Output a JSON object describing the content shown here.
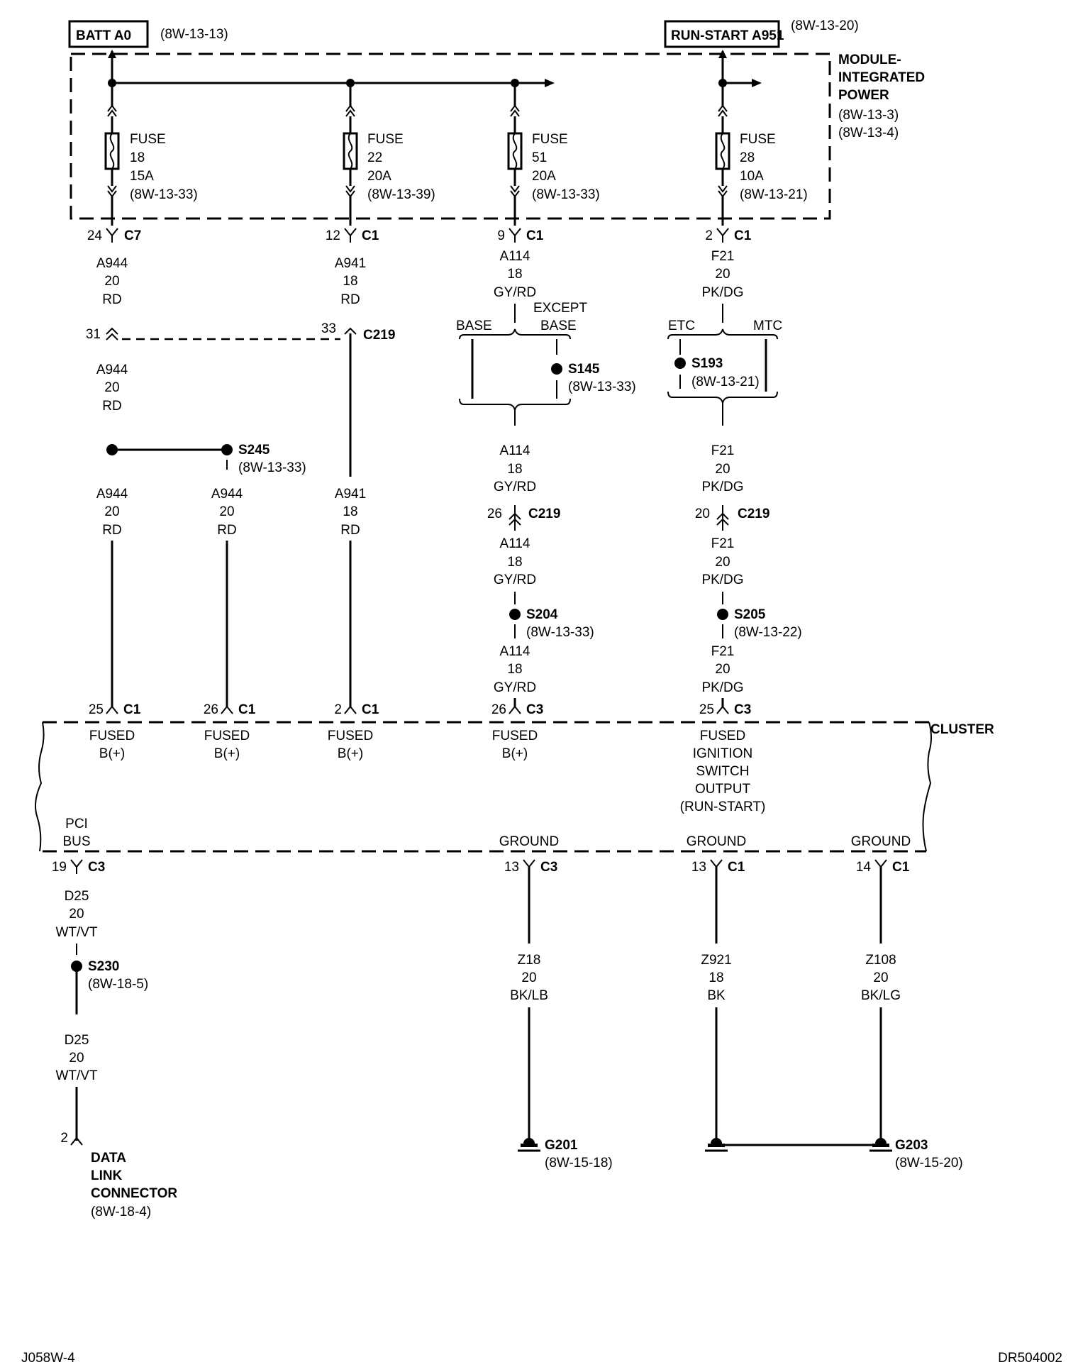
{
  "sources": {
    "batt": {
      "label": "BATT A0",
      "ref": "(8W-13-13)"
    },
    "runstart": {
      "label": "RUN-START A951",
      "ref": "(8W-13-20)"
    }
  },
  "module": {
    "line1": "MODULE-",
    "line2": "INTEGRATED",
    "line3": "POWER",
    "ref1": "(8W-13-3)",
    "ref2": "(8W-13-4)"
  },
  "fuses": [
    {
      "word": "FUSE",
      "num": "18",
      "amp": "15A",
      "ref": "(8W-13-33)"
    },
    {
      "word": "FUSE",
      "num": "22",
      "amp": "20A",
      "ref": "(8W-13-39)"
    },
    {
      "word": "FUSE",
      "num": "51",
      "amp": "20A",
      "ref": "(8W-13-33)"
    },
    {
      "word": "FUSE",
      "num": "28",
      "amp": "10A",
      "ref": "(8W-13-21)"
    }
  ],
  "pins": {
    "p1": {
      "num": "24",
      "conn": "C7"
    },
    "p2": {
      "num": "12",
      "conn": "C1"
    },
    "p3": {
      "num": "9",
      "conn": "C1"
    },
    "p4": {
      "num": "2",
      "conn": "C1"
    },
    "c219a": "31",
    "c219b": "33",
    "c219b_conn": "C219",
    "c219c": "26",
    "c219c_conn": "C219",
    "c219d": "20",
    "c219d_conn": "C219",
    "b1": {
      "num": "25",
      "conn": "C1"
    },
    "b2": {
      "num": "26",
      "conn": "C1"
    },
    "b3": {
      "num": "2",
      "conn": "C1"
    },
    "b4": {
      "num": "26",
      "conn": "C3"
    },
    "b5": {
      "num": "25",
      "conn": "C3"
    },
    "g1": {
      "num": "19",
      "conn": "C3"
    },
    "g2": {
      "num": "13",
      "conn": "C3"
    },
    "g3": {
      "num": "13",
      "conn": "C1"
    },
    "g4": {
      "num": "14",
      "conn": "C1"
    },
    "dlc": "2"
  },
  "wires": {
    "a944": {
      "id": "A944",
      "gauge": "20",
      "color": "RD"
    },
    "a941": {
      "id": "A941",
      "gauge": "18",
      "color": "RD"
    },
    "a114": {
      "id": "A114",
      "gauge": "18",
      "color": "GY/RD"
    },
    "f21": {
      "id": "F21",
      "gauge": "20",
      "color": "PK/DG"
    },
    "d25": {
      "id": "D25",
      "gauge": "20",
      "color": "WT/VT"
    },
    "z18": {
      "id": "Z18",
      "gauge": "20",
      "color": "BK/LB"
    },
    "z921": {
      "id": "Z921",
      "gauge": "18",
      "color": "BK"
    },
    "z108": {
      "id": "Z108",
      "gauge": "20",
      "color": "BK/LG"
    }
  },
  "options": {
    "base": "BASE",
    "except": "EXCEPT",
    "etc": "ETC",
    "mtc": "MTC"
  },
  "splices": {
    "s145": {
      "name": "S145",
      "ref": "(8W-13-33)"
    },
    "s193": {
      "name": "S193",
      "ref": "(8W-13-21)"
    },
    "s245": {
      "name": "S245",
      "ref": "(8W-13-33)"
    },
    "s204": {
      "name": "S204",
      "ref": "(8W-13-33)"
    },
    "s205": {
      "name": "S205",
      "ref": "(8W-13-22)"
    },
    "s230": {
      "name": "S230",
      "ref": "(8W-18-5)"
    }
  },
  "cluster": {
    "title": "CLUSTER",
    "fused": "FUSED",
    "bplus": "B(+)",
    "ign": [
      "FUSED",
      "IGNITION",
      "SWITCH",
      "OUTPUT",
      "(RUN-START)"
    ],
    "pci1": "PCI",
    "pci2": "BUS",
    "ground": "GROUND"
  },
  "grounds": {
    "g201": {
      "name": "G201",
      "ref": "(8W-15-18)"
    },
    "g203": {
      "name": "G203",
      "ref": "(8W-15-20)"
    }
  },
  "dlc": {
    "line1": "DATA",
    "line2": "LINK",
    "line3": "CONNECTOR",
    "ref": "(8W-18-4)"
  },
  "footer": {
    "left": "J058W-4",
    "right": "DR504002"
  }
}
